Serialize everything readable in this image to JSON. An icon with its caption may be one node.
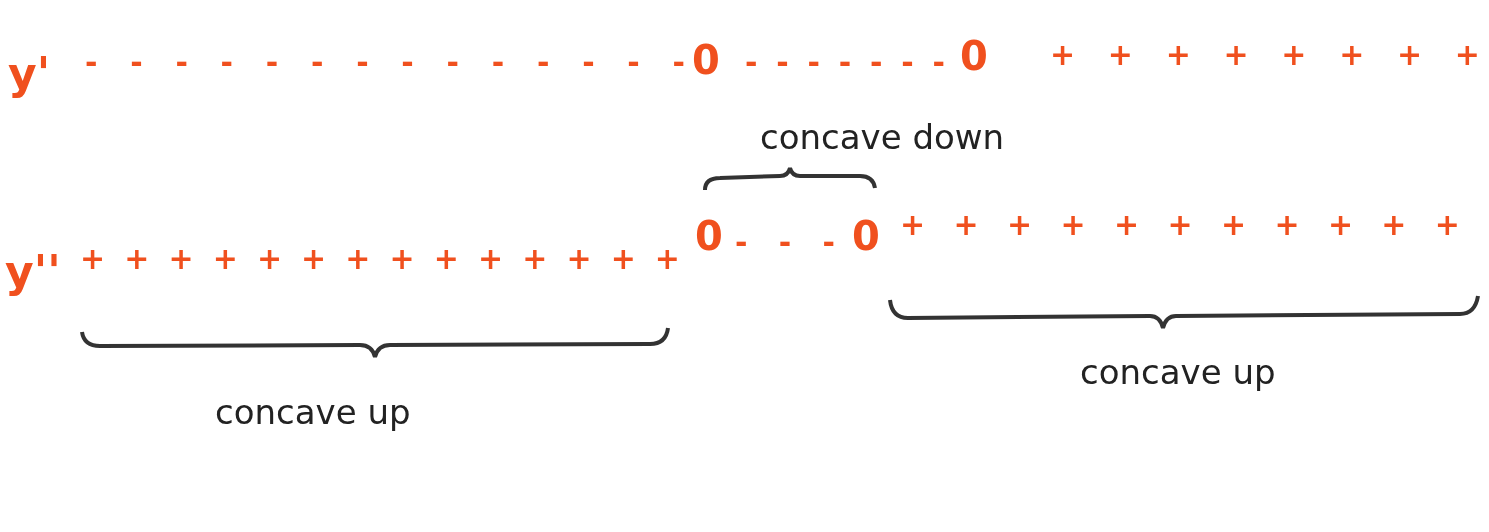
{
  "diagram": {
    "labels": [
      "y'",
      "- - - - - - - - - - - - - -",
      "0",
      "- - - - - - -",
      "0",
      "+ + + + + + + +",
      "concave down",
      "y''",
      "+ + + + + + + + + + + + + +",
      "0",
      "- - -",
      "0",
      "+ + + + + + + + + + +",
      "concave up",
      "concave up"
    ]
  }
}
